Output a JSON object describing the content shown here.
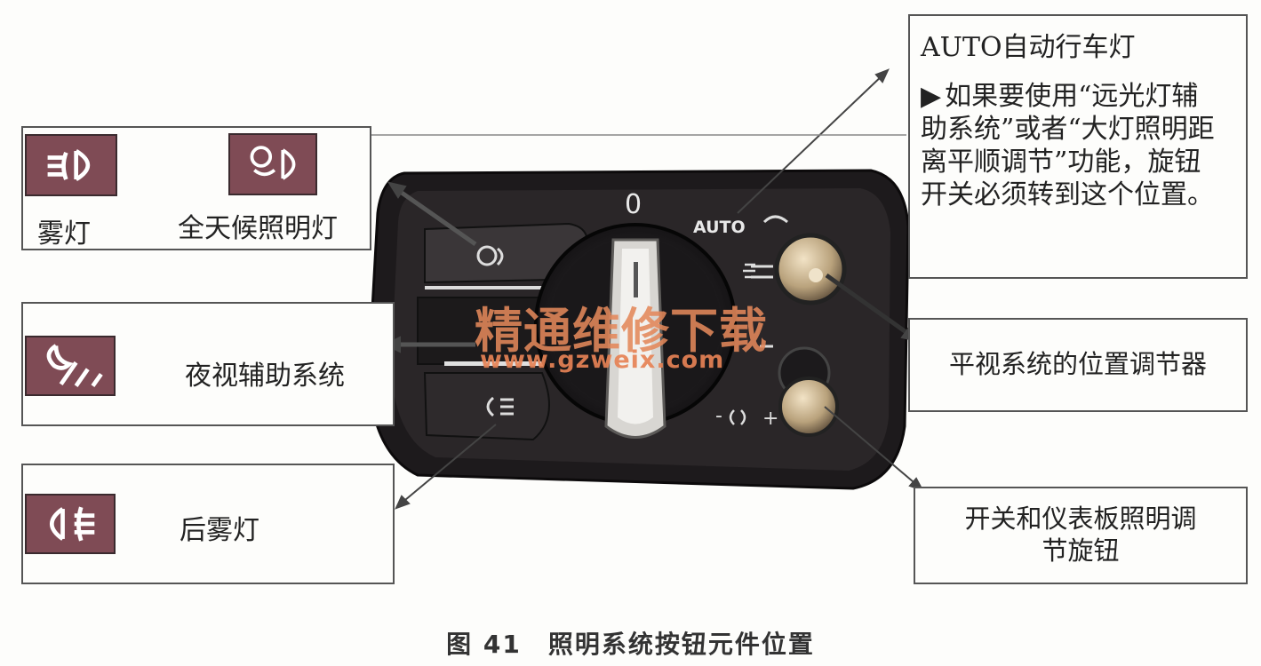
{
  "labels": {
    "fog_lamp": "雾灯",
    "all_weather": "全天候照明灯",
    "night_vision": "夜视辅助系统",
    "rear_fog": "后雾灯",
    "auto_title": "AUTO自动行车灯",
    "auto_note": "如果要使用“远光灯辅助系统”或者“大灯照明距离平顺调节”功能，旋钮开关必须转到这个位置。",
    "hud_adjuster": "平视系统的位置调节器",
    "dimmer_line1": "开关和仪表板照明调",
    "dimmer_line2": "节旋钮"
  },
  "panel": {
    "zero": "0",
    "auto": "AUTO"
  },
  "watermark": {
    "cn": "精通维修下载",
    "url": "www.gzweix.com"
  },
  "caption": "图 41　照明系统按钮元件位置",
  "icons": [
    "fog-lamp-icon",
    "all-weather-lamp-icon",
    "night-vision-icon",
    "rear-fog-lamp-icon"
  ],
  "colors": {
    "icon_tile": "#7f4b55",
    "watermark": "#e2875a",
    "panel": "#2a2628"
  }
}
